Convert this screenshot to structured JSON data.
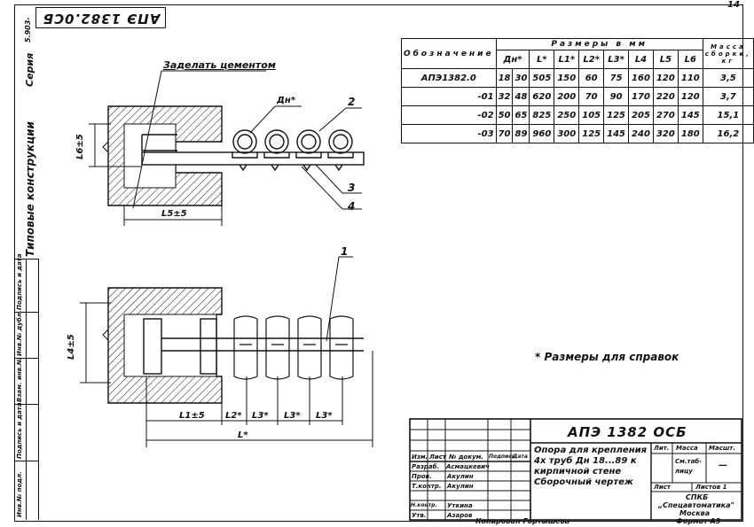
{
  "sheet_number": "14",
  "stamp_code": "АПЭ 1382.0СБ",
  "left_margin": {
    "series_label": "Серия",
    "series_value": "5.903-",
    "collection_title": "Типовые конструкции",
    "stamp_fields": [
      "Подпись и дата",
      "Инв.№ дубл.",
      "Взам. инв.№",
      "Подпись и дата",
      "Инв.№ подл."
    ]
  },
  "spec_table": {
    "group_header": "Размеры   в   мм",
    "columns": [
      "Обозначение",
      "Дн*",
      "L*",
      "L1*",
      "L2*",
      "L3*",
      "L4",
      "L5",
      "L6",
      "Масса сборки, кг"
    ],
    "rows": [
      [
        "АПЭ1382.0",
        "18",
        "30",
        "505",
        "150",
        "60",
        "75",
        "160",
        "120",
        "110",
        "3,5"
      ],
      [
        "-01",
        "32",
        "48",
        "620",
        "200",
        "70",
        "90",
        "170",
        "220",
        "120",
        "3,7"
      ],
      [
        "-02",
        "50",
        "65",
        "825",
        "250",
        "105",
        "125",
        "205",
        "270",
        "145",
        "15,1"
      ],
      [
        "-03",
        "70",
        "89",
        "960",
        "300",
        "125",
        "145",
        "240",
        "320",
        "180",
        "16,2"
      ]
    ]
  },
  "drawing": {
    "note_cement": "Заделать цементом",
    "label_dn": "Дн*",
    "callouts": [
      "1",
      "2",
      "3",
      "4"
    ],
    "dim_l6": "L6±5",
    "dim_l5": "L5±5",
    "dim_l4": "L4±5",
    "dim_l1": "L1±5",
    "dim_l2": "L2*",
    "dim_l3": "L3*",
    "dim_l": "L*",
    "reference_note": "* Размеры для справок"
  },
  "title_block": {
    "doc_code": "АПЭ 1382 ОСБ",
    "title_lines": [
      "Опора для крепления",
      "4х труб Дн 18...89 к",
      "кирпичной стене",
      "Сборочный чертеж"
    ],
    "header_cols": [
      "Изм.",
      "Лист",
      "№ докум.",
      "Подпись",
      "Дата"
    ],
    "people": [
      {
        "role": "Разраб.",
        "name": "Асмацкевич"
      },
      {
        "role": "Пров.",
        "name": "Акулин"
      },
      {
        "role": "Т.контр.",
        "name": "Акулин"
      },
      {
        "role": "Н.контр.",
        "name": "Уткина"
      },
      {
        "role": "Утв.",
        "name": "Азаров"
      }
    ],
    "col_lit": "Лит.",
    "col_mass": "Масса",
    "col_scale": "Масшт.",
    "mass_value": "См.таб-лицу",
    "scale_value": "—",
    "sheet_label": "Лист",
    "sheets_label": "Листов 1",
    "org_line1": "СПКБ",
    "org_line2": "„Спецавтоматика\"",
    "org_line3": "Москва",
    "copied": "Копировал  Гортышева",
    "format": "Формат А3"
  }
}
